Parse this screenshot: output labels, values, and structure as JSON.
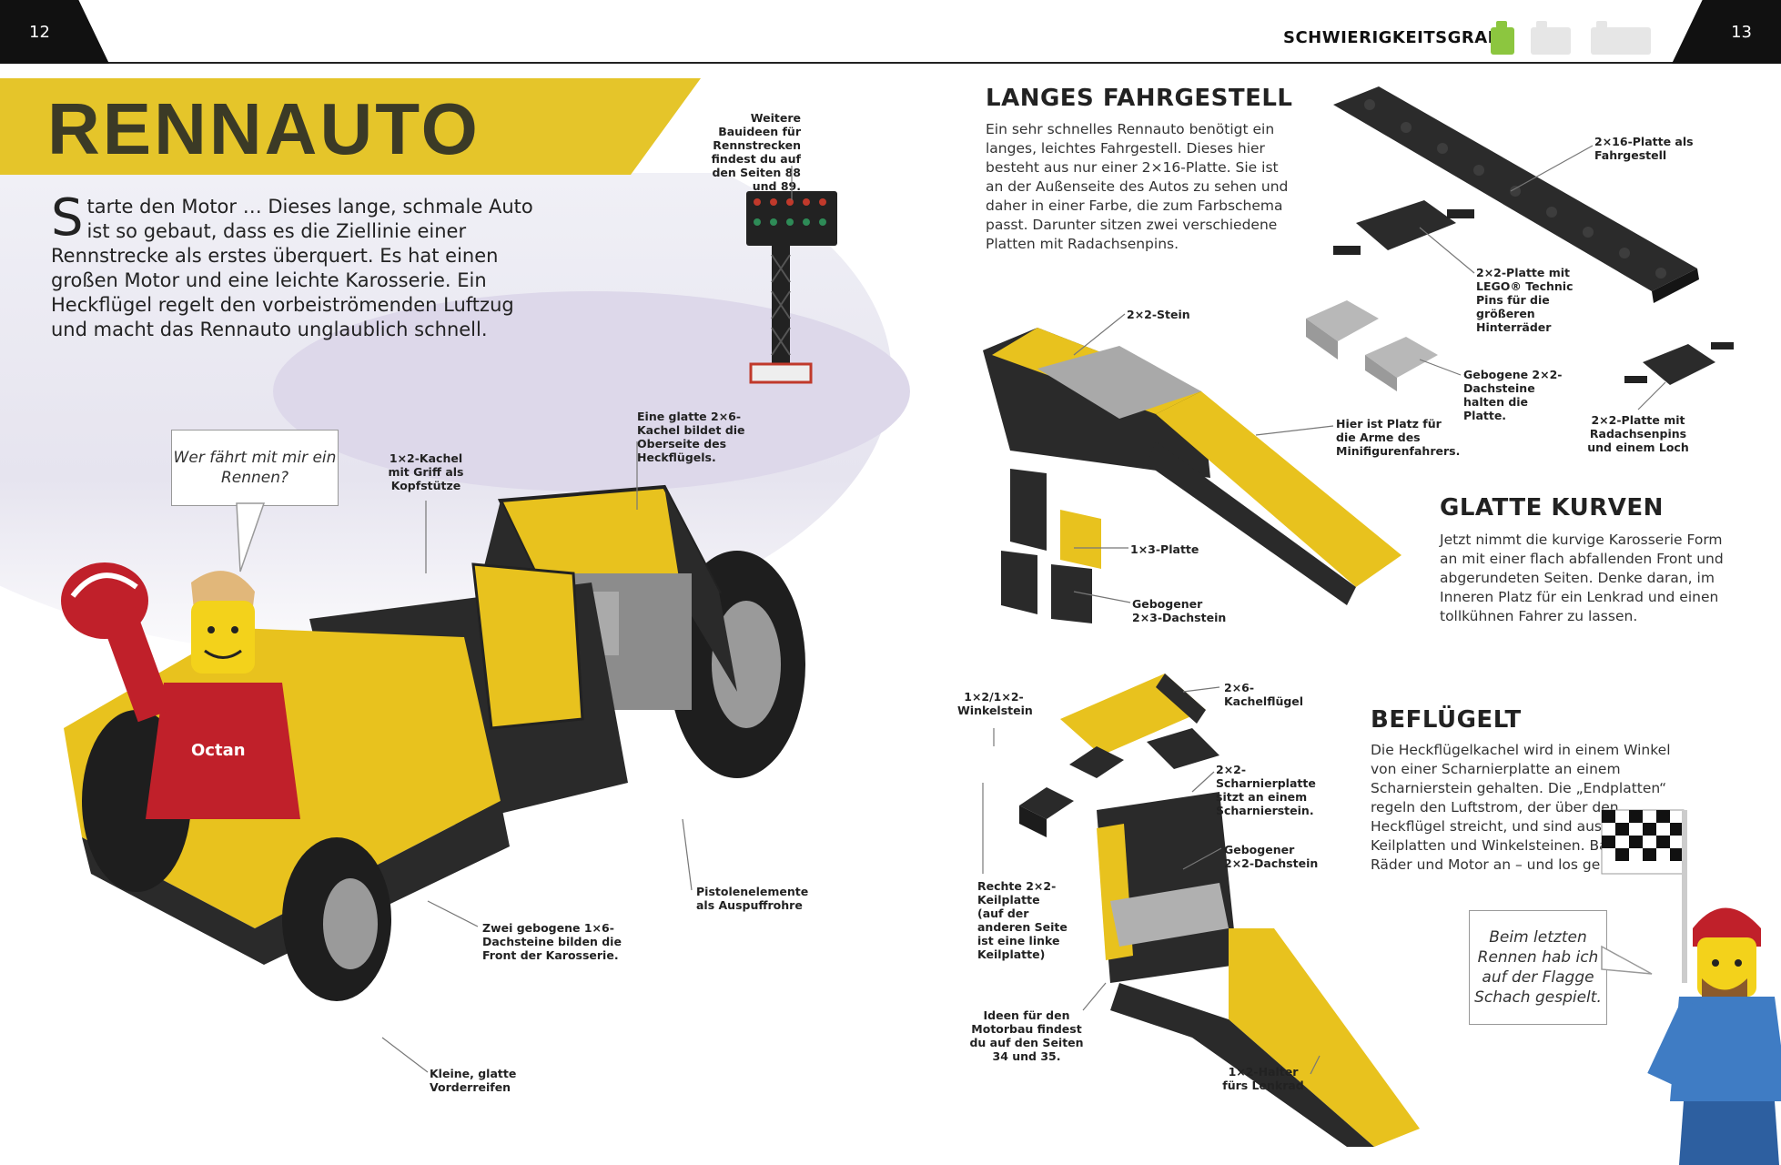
{
  "header": {
    "page_left": "12",
    "page_right": "13",
    "difficulty_label": "SCHWIERIGKEITSGRAD",
    "difficulty_colors": [
      "#8cc63f",
      "#e6e6e6",
      "#e6e6e6"
    ]
  },
  "left": {
    "title": "RENNAUTO",
    "intro_drop": "S",
    "intro_rest": "tarte den Motor …  Dieses lange, schmale Auto ist so gebaut, dass es die Ziellinie einer Rennstrecke als erstes überquert. Es hat einen großen Motor und eine leichte Karosserie. Ein Heckflügel regelt den vorbeiströmenden Luftzug und macht das Rennauto unglaublich schnell.",
    "bubble": "Wer fährt mit mir ein Rennen?",
    "callouts": {
      "bauideen": "Weitere Bauideen für Rennstrecken findest du auf den Seiten 88 und 89.",
      "kachel_griff": "1×2-Kachel mit Griff als Kopfstütze",
      "glatte_kachel": "Eine glatte 2×6-Kachel bildet die Oberseite des Heckflügels.",
      "pistolen": "Pistolenelemente als Auspuffrohre",
      "dachsteine_front": "Zwei gebogene 1×6-Dachsteine bilden die Front der Karosserie.",
      "vorderreifen": "Kleine, glatte Vorderreifen"
    }
  },
  "right": {
    "h1": "LANGES FAHRGESTELL",
    "p1": "Ein sehr schnelles Rennauto benötigt ein langes, leichtes Fahrgestell. Dieses hier besteht aus nur einer 2×16-Platte. Sie ist an der Außenseite des Autos zu sehen und daher in einer Farbe, die zum Farbschema passt. Darunter sitzen zwei verschiedene Platten mit Radachsenpins.",
    "h2": "GLATTE KURVEN",
    "p2": "Jetzt nimmt die kurvige Karosserie Form an mit einer flach abfallenden Front und abgerundeten Seiten. Denke daran, im Inneren Platz für ein Lenkrad und einen tollkühnen Fahrer zu lassen.",
    "h3": "BEFLÜGELT",
    "p3": "Die Heckflügelkachel wird in einem Winkel von einer Scharnierplatte an einem Scharnierstein gehalten. Die „Endplatten“ regeln den Luftstrom, der über den Heckflügel streicht, und sind aus Keilplatten und Winkelsteinen. Baue noch Räder und Motor an – und los geht’s!",
    "bubble2": "Beim letzten Rennen hab ich auf der Flagge Schach gespielt.",
    "callouts": {
      "platte_2x16": "2×16-Platte als Fahrgestell",
      "platte_technic": "2×2-Platte mit LEGO® Technic Pins für die größeren Hinterräder",
      "gebogene_dach": "Gebogene 2×2-Dachsteine halten die Platte.",
      "platte_loch": "2×2-Platte mit Radachsenpins und einem Loch",
      "stein_2x2": "2×2-Stein",
      "platz_arme": "Hier ist Platz für die Arme des Minifigurenfahrers.",
      "platte_1x3": "1×3-Platte",
      "dachstein_2x3": "Gebogener 2×3-Dachstein",
      "winkelstein": "1×2/1×2-Winkelstein",
      "kachelfluegel": "2×6-Kachelflügel",
      "scharnier": "2×2-Scharnierplatte sitzt an einem Scharnierstein.",
      "dachstein_2x2": "Gebogener 2×2-Dachstein",
      "keilplatte": "Rechte 2×2-Keilplatte (auf der anderen Seite ist eine linke Keilplatte)",
      "motorbau": "Ideen für den Motorbau findest du auf den Seiten 34 und 35.",
      "halter": "1×2-Halter fürs Lenkrad"
    }
  }
}
